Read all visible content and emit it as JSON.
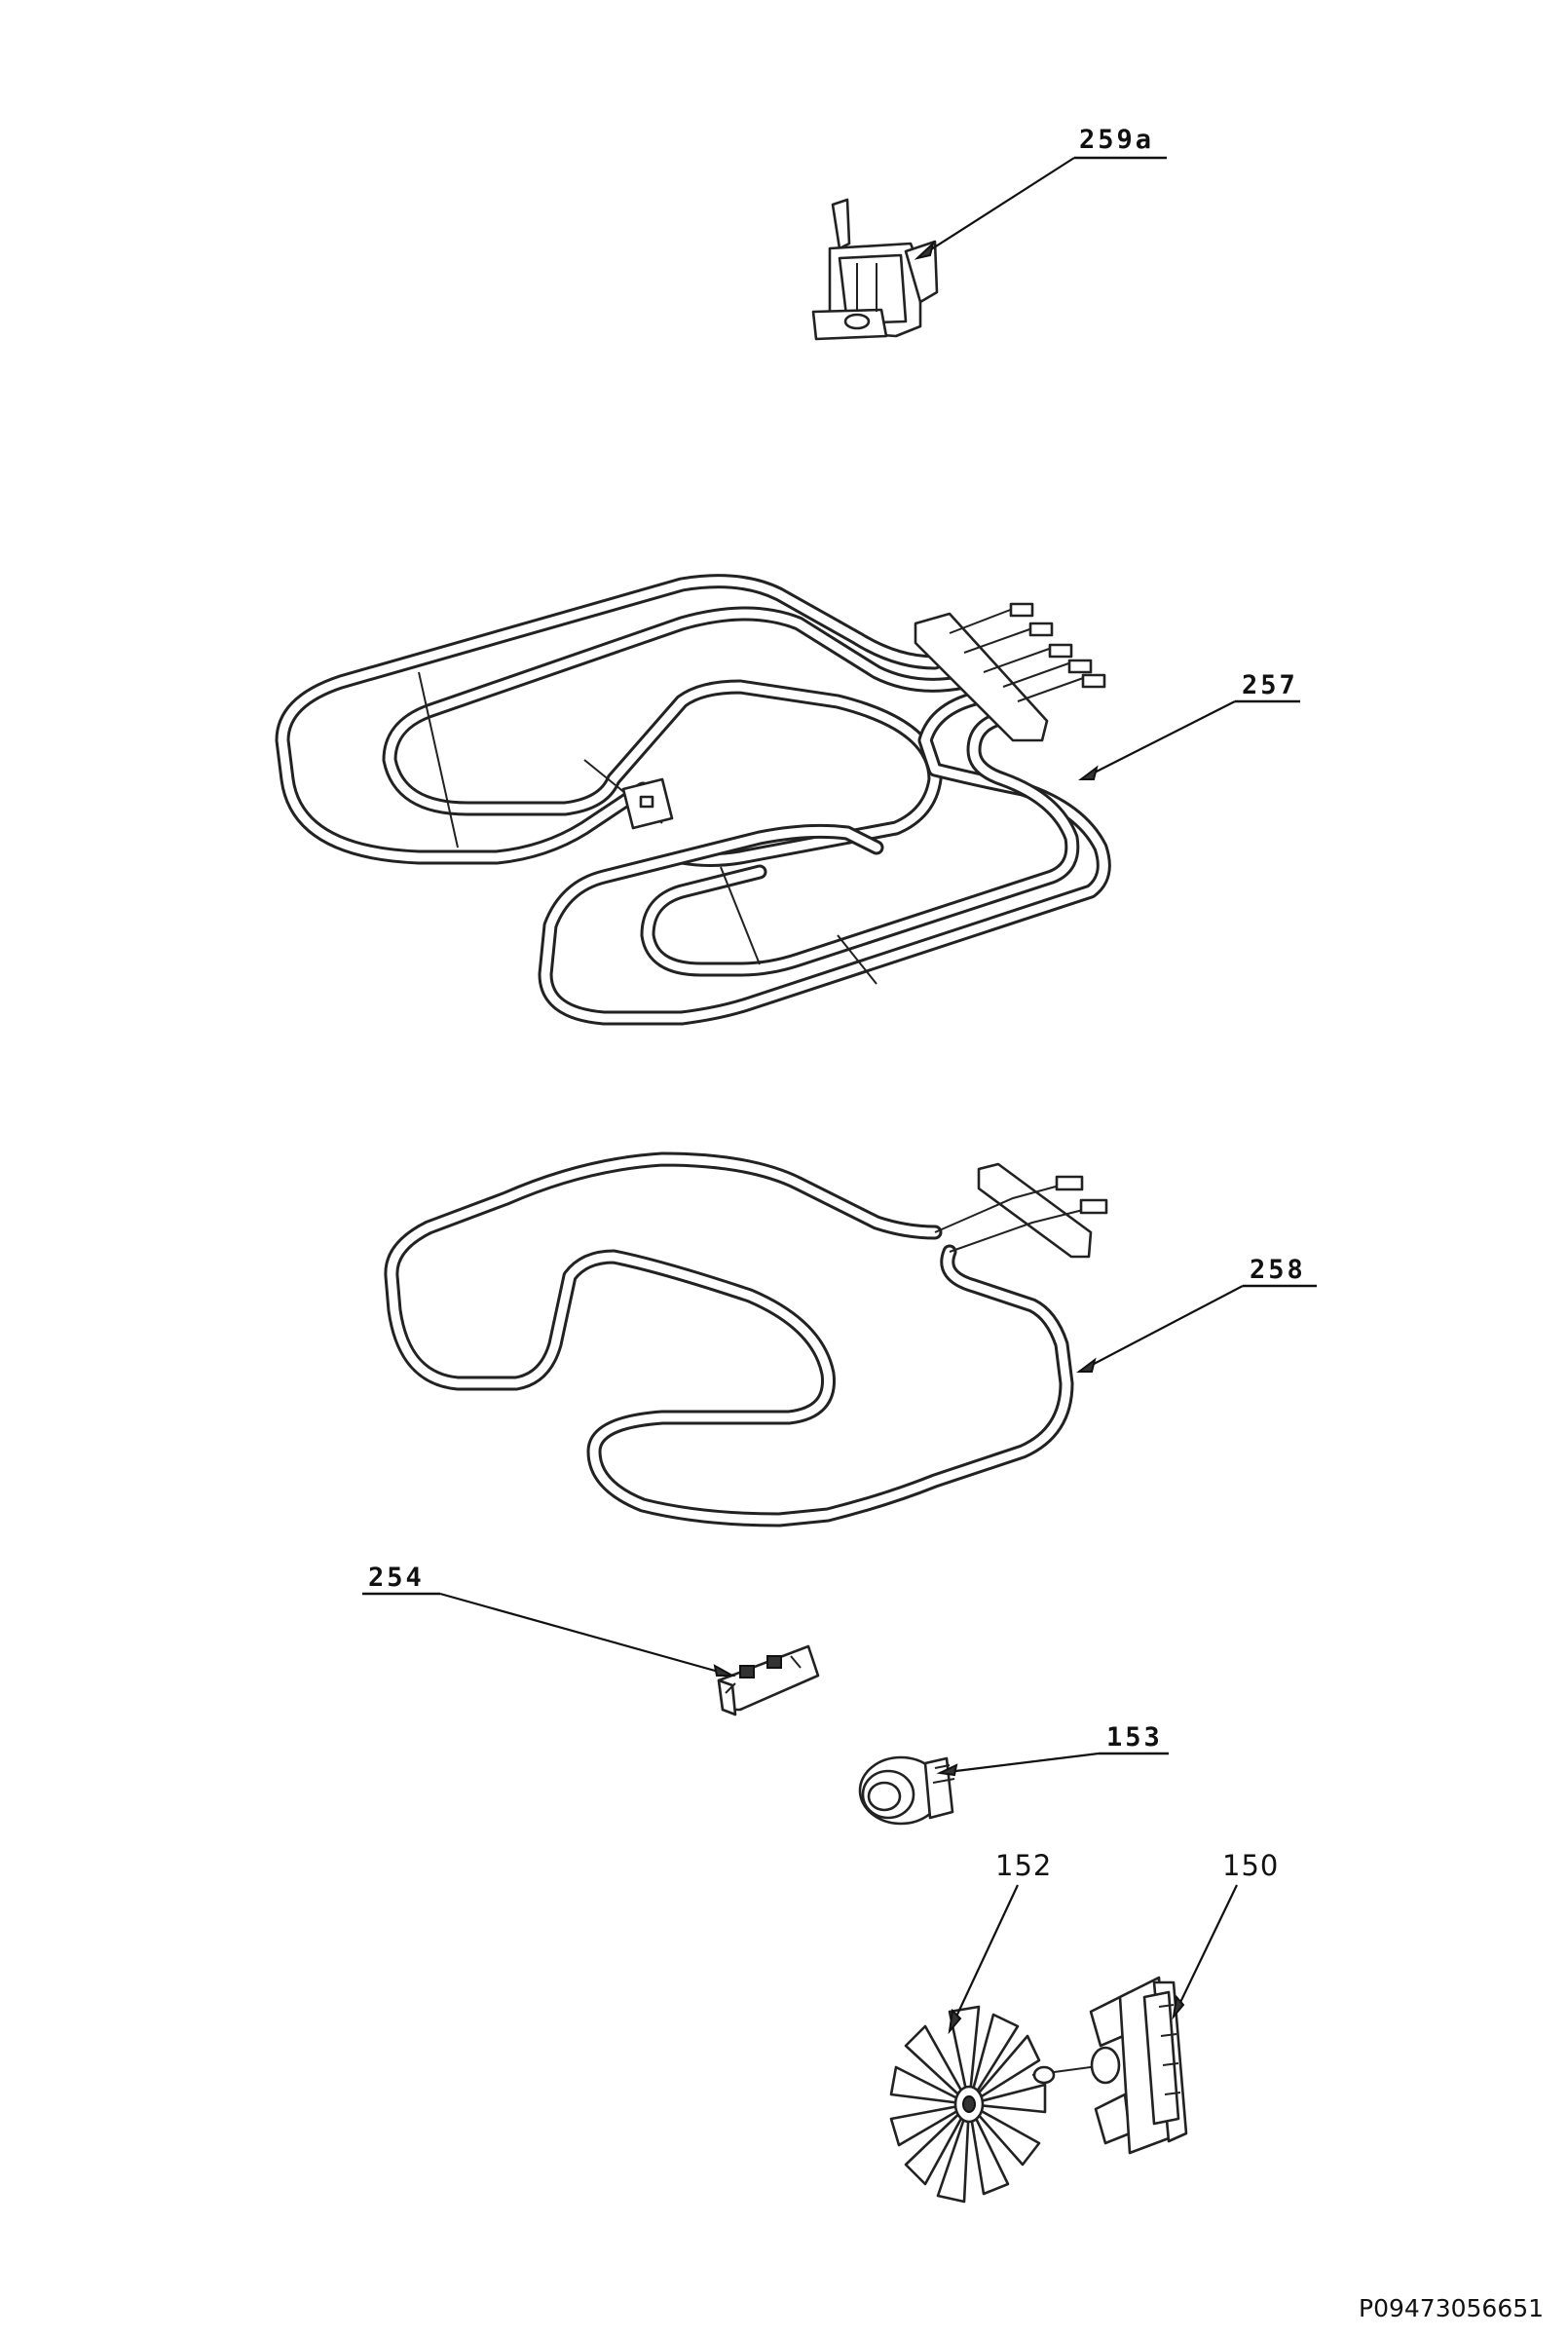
{
  "callouts": {
    "c259a": "259a",
    "c257": "257",
    "c258": "258",
    "c254": "254",
    "c153": "153",
    "c152": "152",
    "c150": "150"
  },
  "footer": {
    "code": "P09473056651"
  }
}
